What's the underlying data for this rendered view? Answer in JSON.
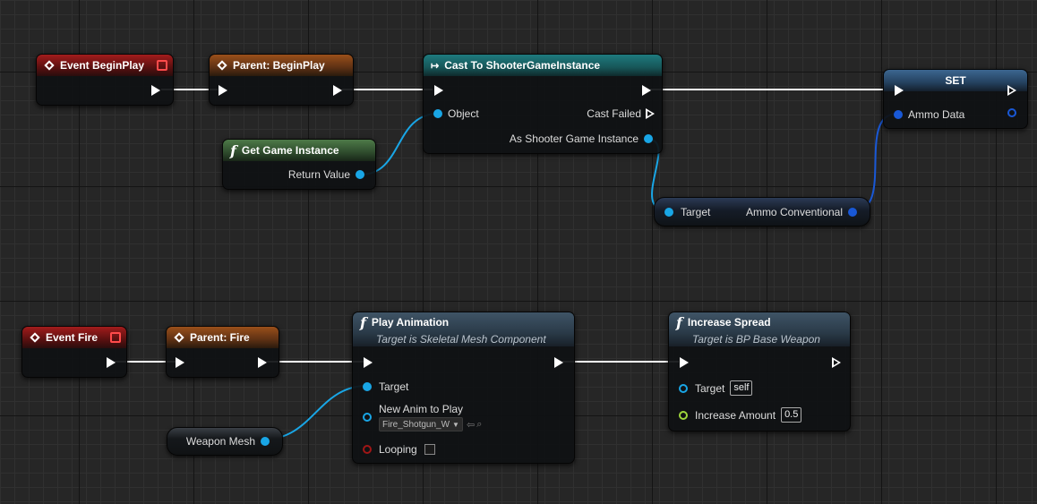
{
  "nodes": {
    "event_beginplay": {
      "title": "Event BeginPlay"
    },
    "parent_beginplay": {
      "title": "Parent: BeginPlay"
    },
    "cast": {
      "title": "Cast To ShooterGameInstance",
      "object_label": "Object",
      "cast_failed_label": "Cast Failed",
      "as_label": "As Shooter Game Instance"
    },
    "get_game_instance": {
      "title": "Get Game Instance",
      "return_label": "Return Value"
    },
    "set": {
      "title": "SET",
      "ammo_data_label": "Ammo Data"
    },
    "ammo_conventional": {
      "target_label": "Target",
      "output_label": "Ammo Conventional"
    },
    "event_fire": {
      "title": "Event Fire"
    },
    "parent_fire": {
      "title": "Parent: Fire"
    },
    "play_animation": {
      "title": "Play Animation",
      "subtitle": "Target is Skeletal Mesh Component",
      "target_label": "Target",
      "new_anim_label": "New Anim to Play",
      "anim_value": "Fire_Shotgun_W",
      "looping_label": "Looping"
    },
    "increase_spread": {
      "title": "Increase Spread",
      "subtitle": "Target is BP Base Weapon",
      "target_label": "Target",
      "target_value": "self",
      "amount_label": "Increase Amount",
      "amount_value": "0.5"
    },
    "weapon_mesh": {
      "label": "Weapon Mesh"
    }
  },
  "colors": {
    "exec_wire": "#ffffff",
    "object_pin": "#19a6e6",
    "struct_pin": "#1958d6",
    "float_pin": "#9fd63c",
    "bool_pin": "#a01616",
    "event_header": "#a31c1c",
    "parent_header": "#9a4f1a",
    "pure_func_header": "#4d7a48",
    "cast_header": "#1e7a7e",
    "set_header": "#3c6690"
  },
  "icons": {
    "event": "diamond-icon",
    "function": "function-f-icon",
    "cast": "cast-arrow-icon",
    "delete": "red-square-icon",
    "asset_use": "arrow-left-icon",
    "asset_browse": "magnifier-icon",
    "dropdown": "chevron-down-icon"
  }
}
